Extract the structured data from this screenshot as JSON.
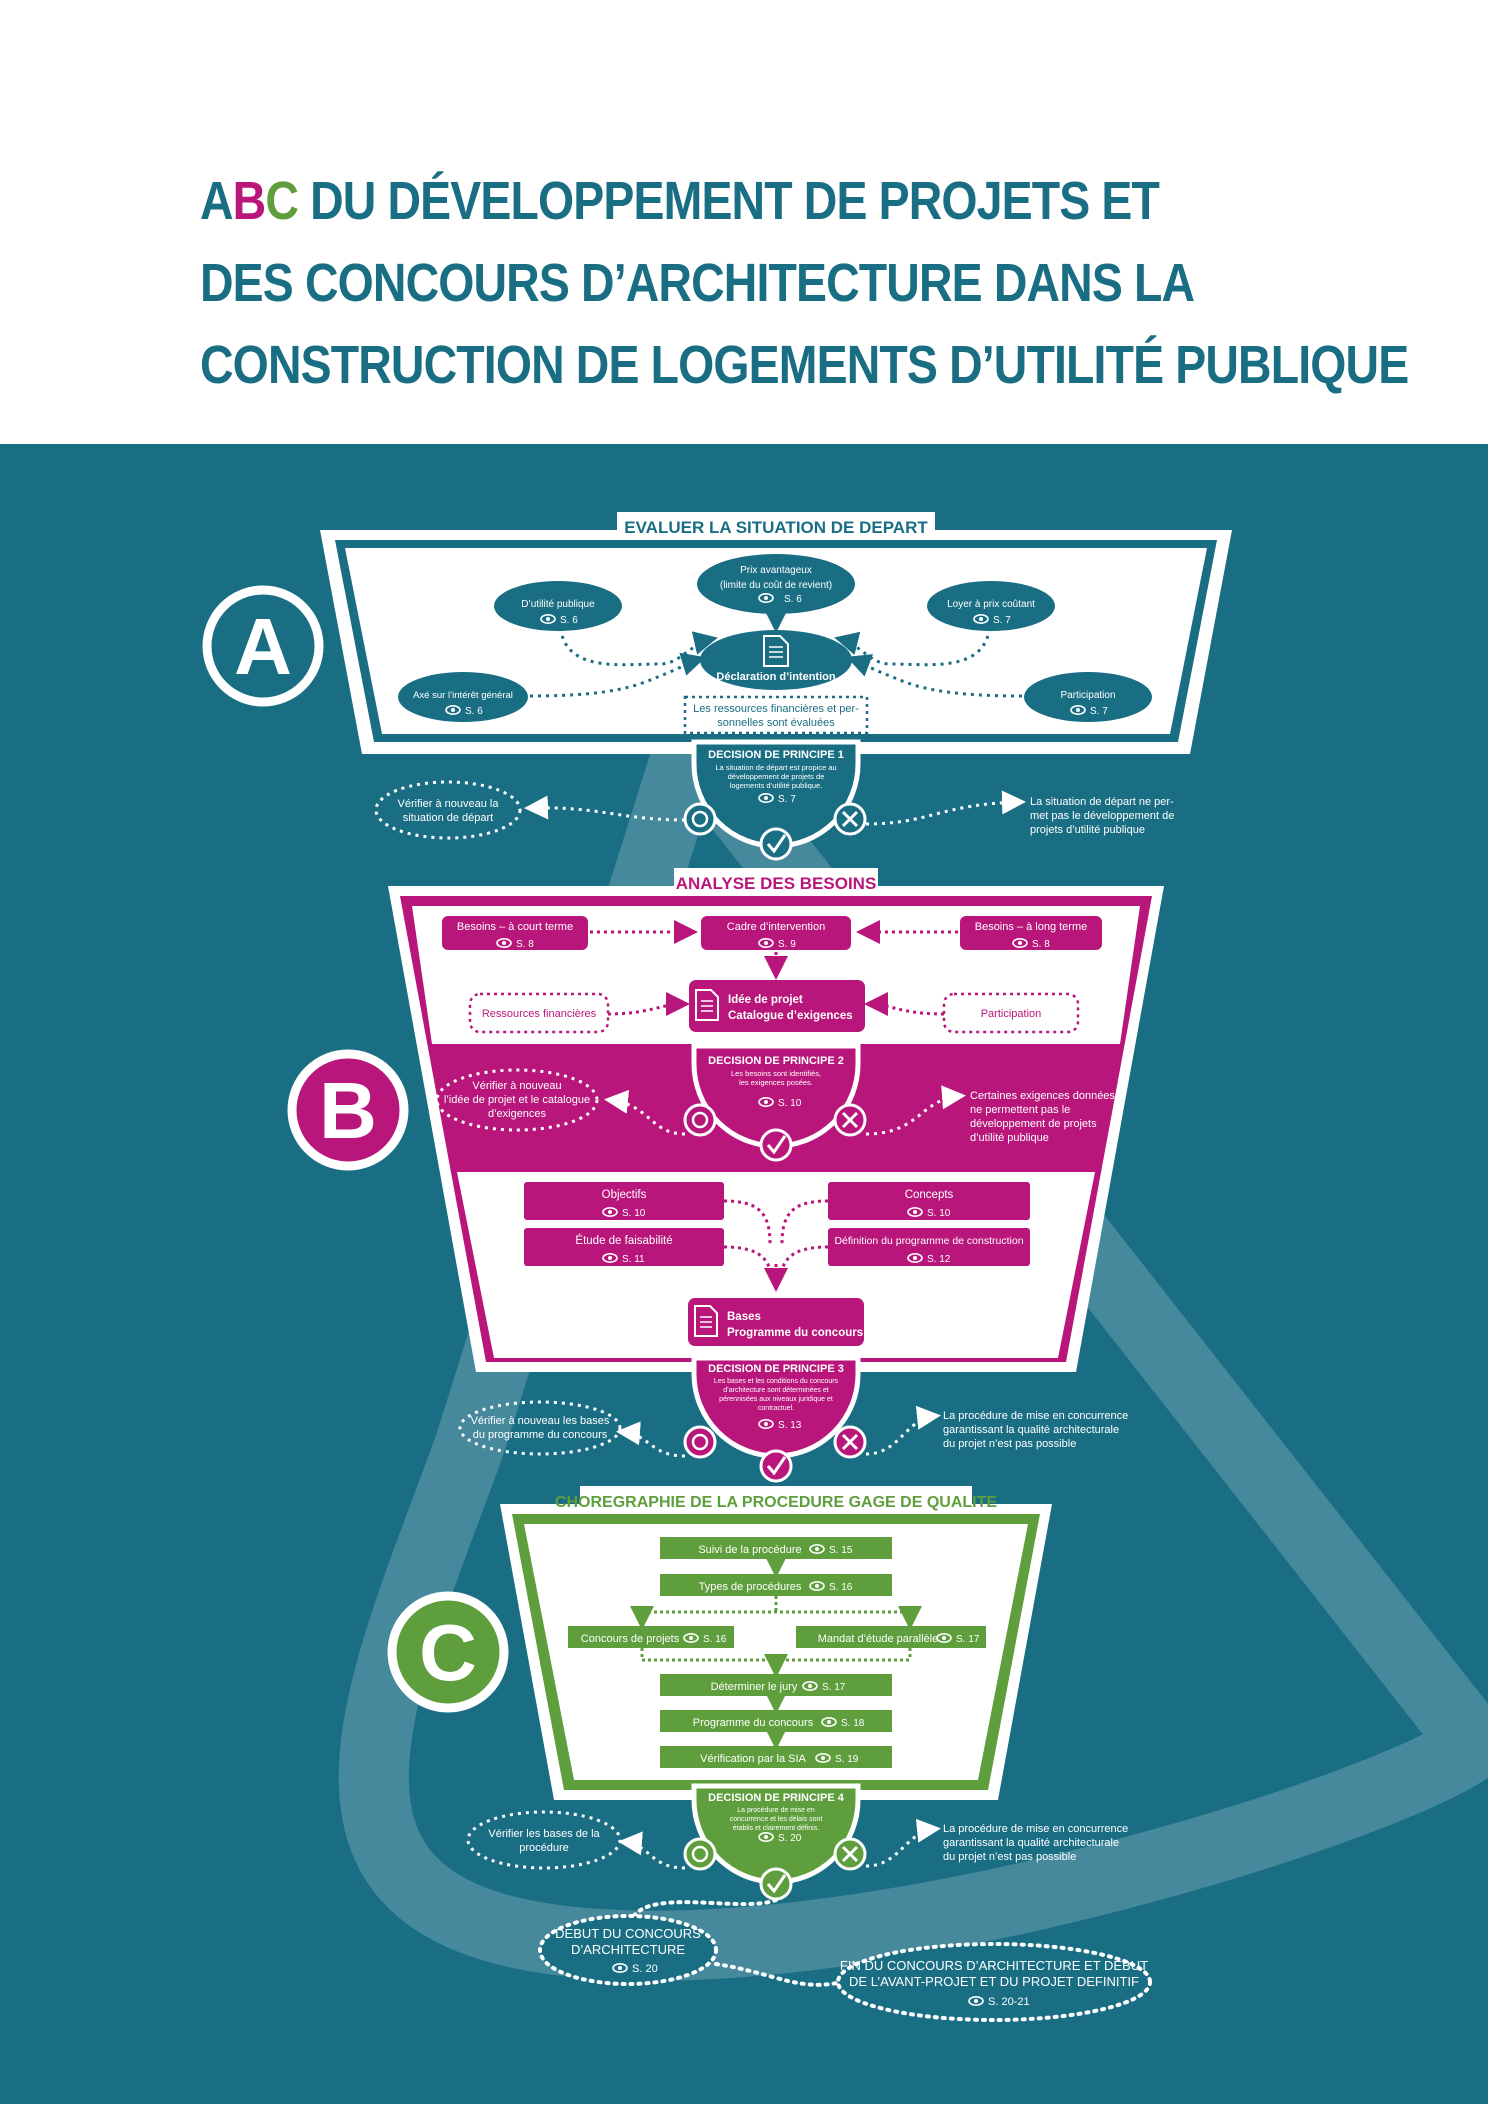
{
  "colors": {
    "teal": "#1a6e84",
    "teal_light": "#4f8ea0",
    "magenta": "#b8167a",
    "green": "#5f9e3c",
    "white": "#ffffff"
  },
  "title": {
    "letter_a": "A",
    "letter_b": "B",
    "letter_c": "C",
    "line1_rest": " DU DÉVELOPPEMENT DE PROJETS ET",
    "line2": "DES CONCOURS D’ARCHITECTURE DANS LA",
    "line3": "CONSTRUCTION DE LOGEMENTS D’UTILITÉ PUBLIQUE"
  },
  "section_a": {
    "badge": "A",
    "header": "EVALUER LA SITUATION DE DEPART",
    "prix_line1": "Prix avantageux",
    "prix_line2": "(limite du coût de revient)",
    "prix_page": "S. 6",
    "utilite_label": "D’utilité publique",
    "utilite_page": "S. 6",
    "loyer_label": "Loyer à prix coûtant",
    "loyer_page": "S. 7",
    "axe_label": "Axé sur l’intérêt général",
    "axe_page": "S. 6",
    "participation_label": "Participation",
    "participation_page": "S. 7",
    "declaration_label": "Déclaration d’intention",
    "ressources_line1": "Les ressources financières et per-",
    "ressources_line2": "sonnelles sont évaluées",
    "decision_title": "DECISION DE PRINCIPE 1",
    "decision_line1": "La situation de départ est propice au",
    "decision_line2": "développement de projets de",
    "decision_line3": "logements d’utilité publique.",
    "decision_page": "S. 7",
    "retry_line1": "Vérifier à nouveau la",
    "retry_line2": "situation de départ",
    "fail_line1": "La situation de départ ne per-",
    "fail_line2": "met pas le développement de",
    "fail_line3": "projets d’utilité publique"
  },
  "section_b": {
    "badge": "B",
    "header": "ANALYSE DES BESOINS",
    "court_label": "Besoins – à court terme",
    "court_page": "S. 8",
    "cadre_label": "Cadre d’intervention",
    "cadre_page": "S. 9",
    "long_label": "Besoins – à long terme",
    "long_page": "S. 8",
    "ressources_label": "Ressources financières",
    "participation_label": "Participation",
    "idee_line1": "Idée de projet",
    "idee_line2": "Catalogue d’exigences",
    "decision2_title": "DECISION DE PRINCIPE 2",
    "decision2_line1": "Les besoins sont identifiés,",
    "decision2_line2": "les exigences posées.",
    "decision2_page": "S. 10",
    "retry2_line1": "Vérifier à nouveau",
    "retry2_line2": "l’idée de projet et le catalogue",
    "retry2_line3": "d’exigences",
    "fail2_line1": "Certaines exigences données",
    "fail2_line2": "ne permettent pas le",
    "fail2_line3": "développement de projets",
    "fail2_line4": "d’utilité publique",
    "objectifs_label": "Objectifs",
    "objectifs_page": "S. 10",
    "concepts_label": "Concepts",
    "concepts_page": "S. 10",
    "etude_label": "Étude de faisabilité",
    "etude_page": "S. 11",
    "definition_label": "Définition du programme de construction",
    "definition_page": "S. 12",
    "bases_line1": "Bases",
    "bases_line2": "Programme du concours",
    "decision3_title": "DECISION DE PRINCIPE 3",
    "decision3_line1": "Les bases et les conditions du concours",
    "decision3_line2": "d’architecture sont déterminées et",
    "decision3_line3": "pérennisées aux niveaux juridique et",
    "decision3_line4": "contractuel.",
    "decision3_page": "S. 13",
    "retry3_line1": "Vérifier à nouveau les bases",
    "retry3_line2": "du programme du concours",
    "fail3_line1": "La procédure de mise en concurrence",
    "fail3_line2": "garantissant la qualité architecturale",
    "fail3_line3": "du projet n’est pas possible"
  },
  "section_c": {
    "badge": "C",
    "header": "CHOREGRAPHIE DE LA PROCEDURE GAGE DE QUALITE",
    "suivi_label": "Suivi de la procédure",
    "suivi_page": "S. 15",
    "types_label": "Types de procédures",
    "types_page": "S. 16",
    "concours_label": "Concours de projets",
    "concours_page": "S. 16",
    "mandat_label": "Mandat d’étude parallèle",
    "mandat_page": "S. 17",
    "jury_label": "Déterminer le jury",
    "jury_page": "S. 17",
    "programme_label": "Programme du concours",
    "programme_page": "S. 18",
    "sia_label": "Vérification par la SIA",
    "sia_page": "S. 19",
    "decision4_title": "DECISION DE PRINCIPE 4",
    "decision4_line1": "La procédure de mise en",
    "decision4_line2": "concurrence et les délais sont",
    "decision4_line3": "établis et clairement définis.",
    "decision4_page": "S. 20",
    "retry4_line1": "Vérifier les bases de la",
    "retry4_line2": "procédure",
    "fail4_line1": "La procédure de mise en concurrence",
    "fail4_line2": "garantissant la qualité architecturale",
    "fail4_line3": "du projet n’est pas possible",
    "debut_line1": "DEBUT DU CONCOURS",
    "debut_line2": "D’ARCHITECTURE",
    "debut_page": "S. 20",
    "fin_line1": "FIN DU CONCOURS D’ARCHITECTURE ET DEBUT",
    "fin_line2": "DE L’AVANT-PROJET ET DU PROJET DEFINITIF",
    "fin_page": "S. 20-21"
  }
}
